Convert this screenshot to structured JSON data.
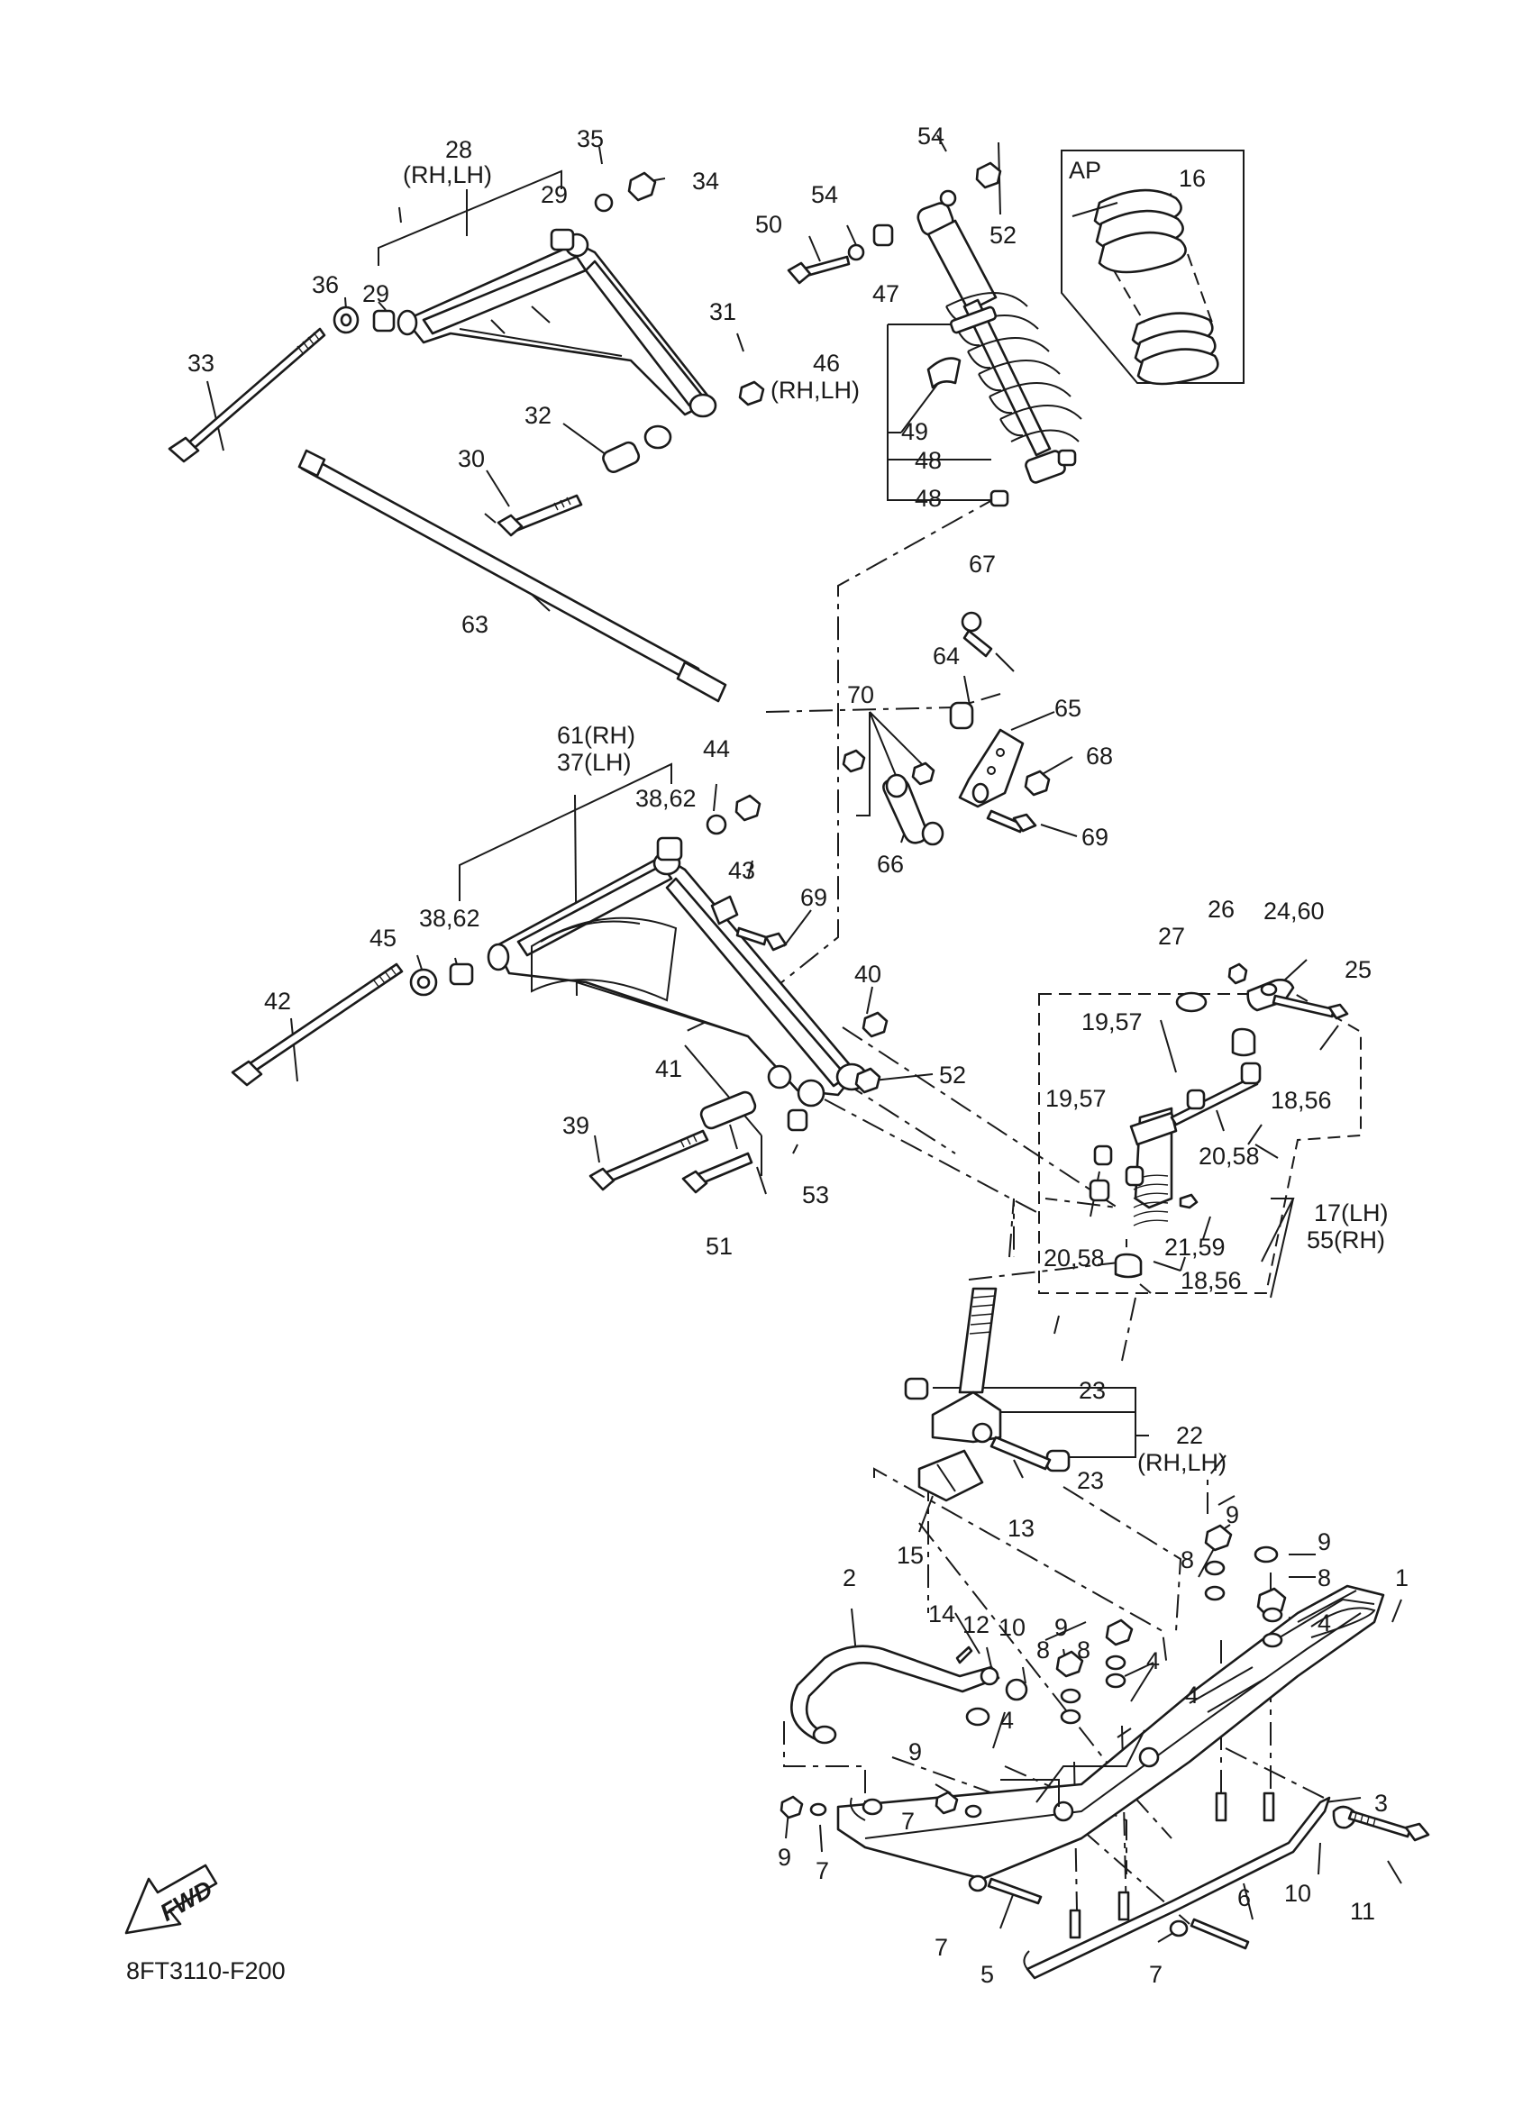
{
  "diagram_code": "8FT3110-F200",
  "fwd_label": "FWD",
  "labels": {
    "l1": "1",
    "l2": "2",
    "l3": "3",
    "l4a": "4",
    "l4b": "4",
    "l4c": "4",
    "l4d": "4",
    "l5": "5",
    "l6": "6",
    "l7a": "7",
    "l7b": "7",
    "l7c": "7",
    "l7d": "7",
    "l8a": "8",
    "l8b": "8",
    "l8c": "8",
    "l8d": "8",
    "l9a": "9",
    "l9b": "9",
    "l9c": "9",
    "l9d": "9",
    "l9e": "9",
    "l10a": "10",
    "l10b": "10",
    "l11": "11",
    "l12": "12",
    "l13": "13",
    "l14": "14",
    "l15": "15",
    "l16": "16",
    "l17": "17(LH)",
    "l55": "55(RH)",
    "l1856a": "18,56",
    "l1856b": "18,56",
    "l1957a": "19,57",
    "l1957b": "19,57",
    "l2058a": "20,58",
    "l2058b": "20,58",
    "l2159": "21,59",
    "l22": "22",
    "l22sub": "(RH,LH)",
    "l23a": "23",
    "l23b": "23",
    "l2460": "24,60",
    "l25": "25",
    "l26": "26",
    "l27": "27",
    "l28": "28",
    "l28sub": "(RH,LH)",
    "l29a": "29",
    "l29b": "29",
    "l30": "30",
    "l31": "31",
    "l32": "32",
    "l33": "33",
    "l34": "34",
    "l35": "35",
    "l36": "36",
    "l61": "61(RH)",
    "l37": "37(LH)",
    "l3862a": "38,62",
    "l3862b": "38,62",
    "l39": "39",
    "l40": "40",
    "l41": "41",
    "l42": "42",
    "l43": "43",
    "l44": "44",
    "l45": "45",
    "l46": "46",
    "l46sub": "(RH,LH)",
    "l47": "47",
    "l48a": "48",
    "l48b": "48",
    "l49": "49",
    "l50": "50",
    "l51": "51",
    "l52a": "52",
    "l52b": "52",
    "l53": "53",
    "l54a": "54",
    "l54b": "54",
    "l63": "63",
    "l64": "64",
    "l65": "65",
    "l66": "66",
    "l67": "67",
    "l68": "68",
    "l69a": "69",
    "l69b": "69",
    "l70": "70",
    "ap": "AP"
  }
}
